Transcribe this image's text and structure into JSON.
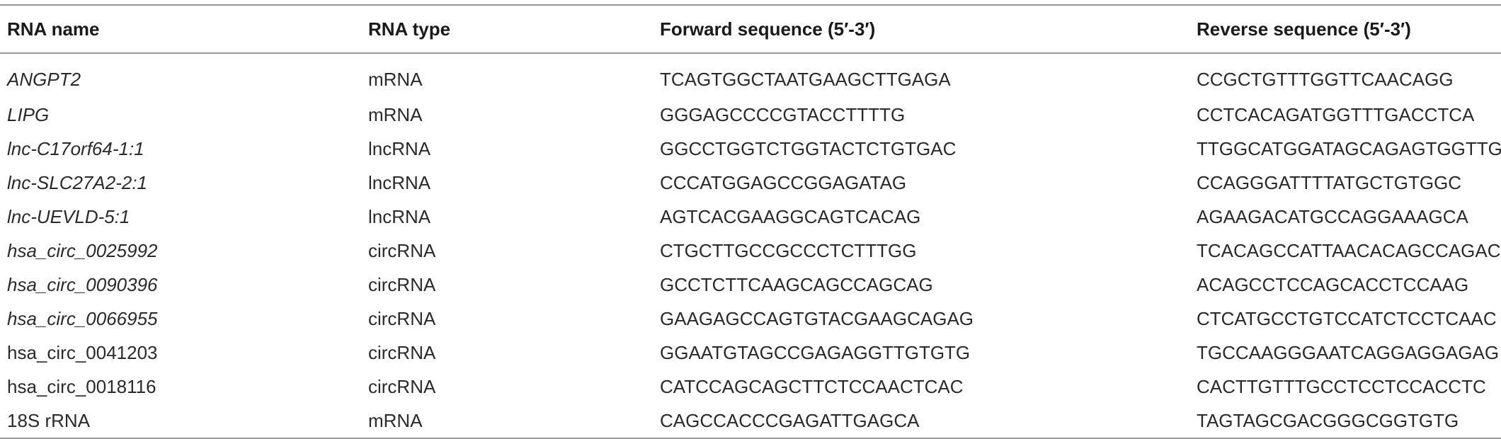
{
  "table": {
    "headers": [
      "RNA name",
      "RNA type",
      "Forward sequence (5′-3′)",
      "Reverse sequence (5′-3′)"
    ],
    "rows": [
      {
        "name": "ANGPT2",
        "italic": true,
        "type": "mRNA",
        "forward": "TCAGTGGCTAATGAAGCTTGAGA",
        "reverse": "CCGCTGTTTGGTTCAACAGG"
      },
      {
        "name": "LIPG",
        "italic": true,
        "type": "mRNA",
        "forward": "GGGAGCCCCGTACCTTTTG",
        "reverse": "CCTCACAGATGGTTTGACCTCA"
      },
      {
        "name": "lnc-C17orf64-1:1",
        "italic": true,
        "type": "lncRNA",
        "forward": "GGCCTGGTCTGGTACTCTGTGAC",
        "reverse": "TTGGCATGGATAGCAGAGTGGTTG"
      },
      {
        "name": "lnc-SLC27A2-2:1",
        "italic": true,
        "type": "lncRNA",
        "forward": "CCCATGGAGCCGGAGATAG",
        "reverse": "CCAGGGATTTTATGCTGTGGC"
      },
      {
        "name": "lnc-UEVLD-5:1",
        "italic": true,
        "type": "lncRNA",
        "forward": "AGTCACGAAGGCAGTCACAG",
        "reverse": "AGAAGACATGCCAGGAAAGCA"
      },
      {
        "name": "hsa_circ_0025992",
        "italic": true,
        "type": "circRNA",
        "forward": "CTGCTTGCCGCCCTCTTTGG",
        "reverse": "TCACAGCCATTAACACAGCCAGAC"
      },
      {
        "name": "hsa_circ_0090396",
        "italic": true,
        "type": "circRNA",
        "forward": "GCCTCTTCAAGCAGCCAGCAG",
        "reverse": "ACAGCCTCCAGCACCTCCAAG"
      },
      {
        "name": "hsa_circ_0066955",
        "italic": true,
        "type": "circRNA",
        "forward": "GAAGAGCCAGTGTACGAAGCAGAG",
        "reverse": "CTCATGCCTGTCCATCTCCTCAAC"
      },
      {
        "name": "hsa_circ_0041203",
        "italic": false,
        "type": "circRNA",
        "forward": "GGAATGTAGCCGAGAGGTTGTGTG",
        "reverse": "TGCCAAGGGAATCAGGAGGAGAG"
      },
      {
        "name": "hsa_circ_0018116",
        "italic": false,
        "type": "circRNA",
        "forward": "CATCCAGCAGCTTCTCCAACTCAC",
        "reverse": "CACTTGTTTGCCTCCTCCACCTC"
      },
      {
        "name": "18S rRNA",
        "italic": false,
        "type": "mRNA",
        "forward": "CAGCCACCCGAGATTGAGCA",
        "reverse": "TAGTAGCGACGGGCGGTGTG"
      }
    ]
  }
}
